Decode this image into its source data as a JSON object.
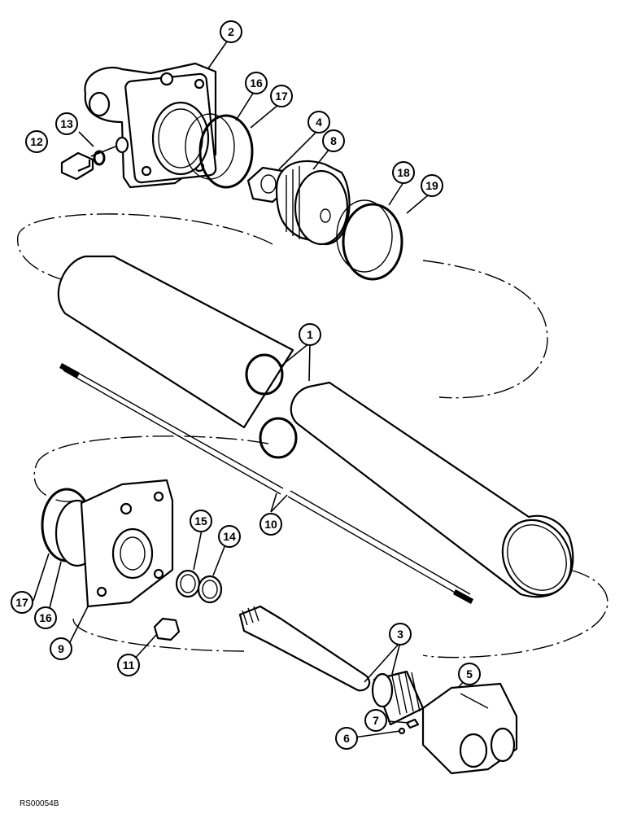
{
  "figure_code": "RS00054B",
  "callouts": {
    "c1": "1",
    "c2": "2",
    "c3": "3",
    "c4": "4",
    "c5": "5",
    "c6": "6",
    "c7": "7",
    "c8": "8",
    "c9": "9",
    "c10": "10",
    "c11": "11",
    "c12": "12",
    "c13": "13",
    "c14": "14",
    "c15": "15",
    "c16a": "16",
    "c16b": "16",
    "c17a": "17",
    "c17b": "17",
    "c18": "18",
    "c19": "19"
  }
}
